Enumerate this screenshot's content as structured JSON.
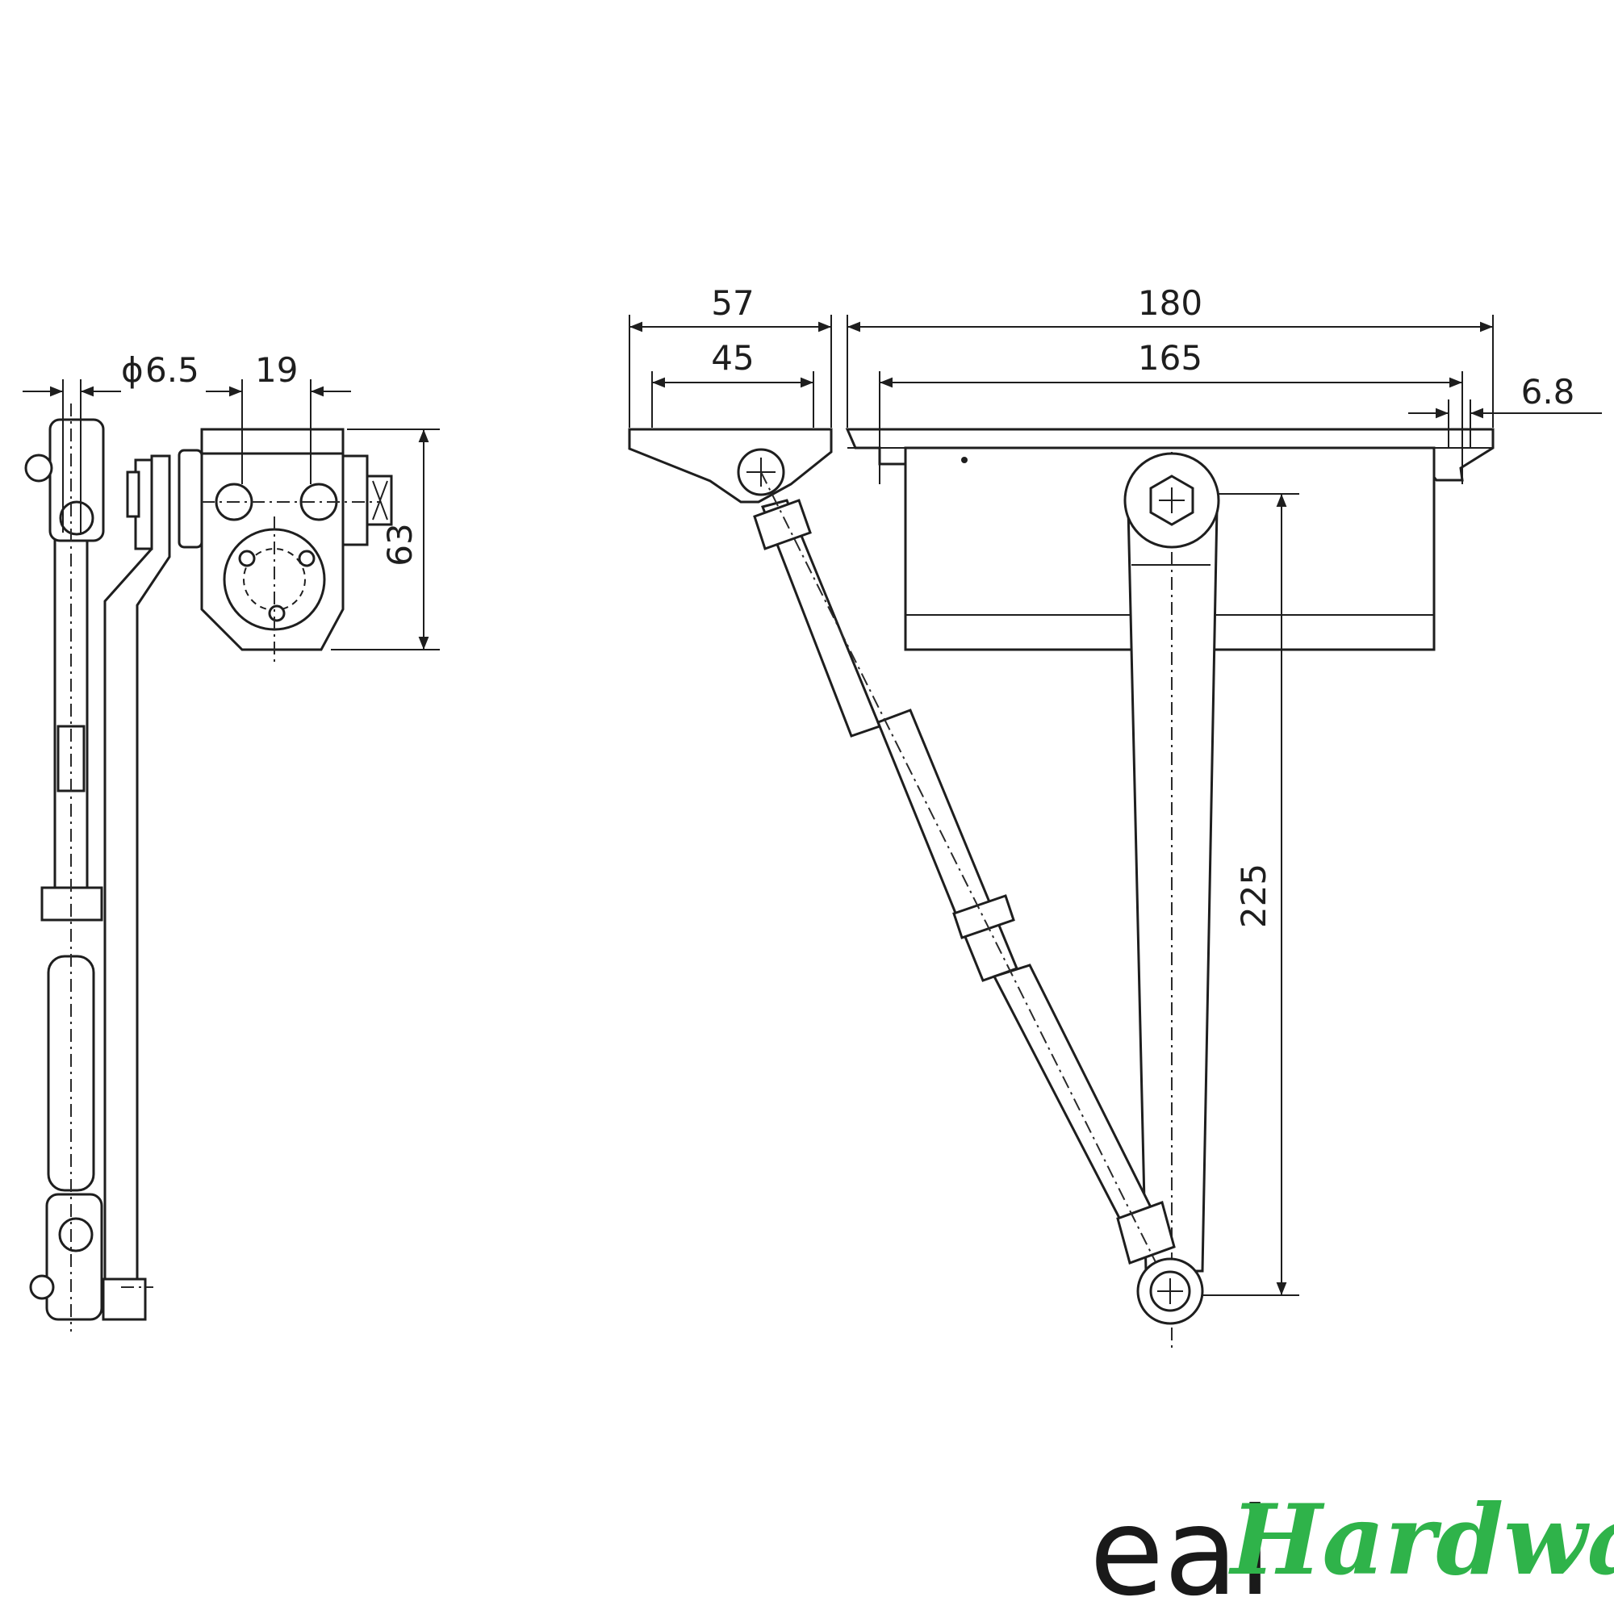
{
  "dimensions": {
    "phi_symbol": "ϕ",
    "d_6_5": "6.5",
    "d_19": "19",
    "d_63": "63",
    "d_57": "57",
    "d_45": "45",
    "d_180": "180",
    "d_165": "165",
    "d_6_8": "6.8",
    "d_225": "225"
  },
  "logo": {
    "brand": "eal",
    "name": "Hardware",
    "colors": {
      "black": "#1a1a1a",
      "green": "#2fb34a"
    }
  }
}
